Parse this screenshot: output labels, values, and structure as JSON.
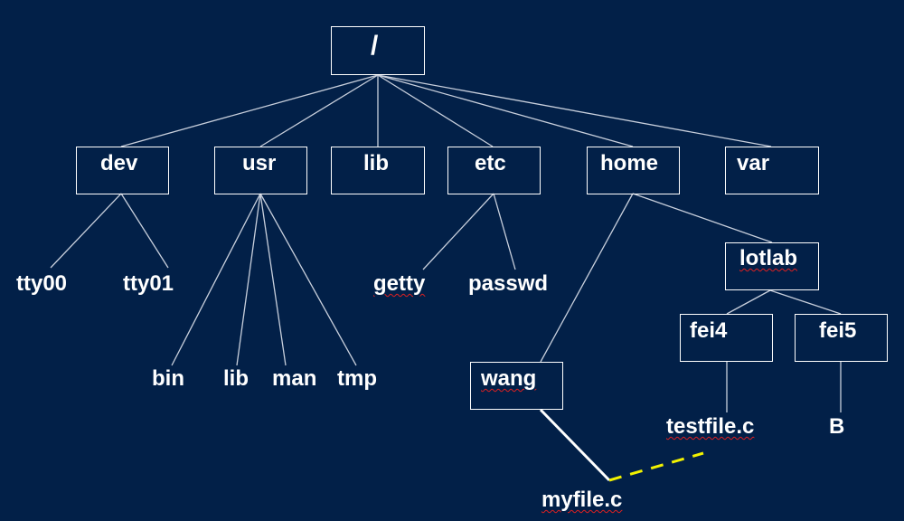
{
  "colors": {
    "background": "#022048",
    "line": "#c8cfdc",
    "box_border": "#ffffff",
    "text": "#ffffff",
    "link_highlight": "#ffffff",
    "link_dashed": "#f2f200",
    "spell_mark": "#e02020"
  },
  "nodes": {
    "root": "/",
    "dev": "dev",
    "usr": "usr",
    "lib": "lib",
    "etc": "etc",
    "home": "home",
    "var": "var",
    "tty00": "tty00",
    "tty01": "tty01",
    "bin": "bin",
    "usr_lib": "lib",
    "man": "man",
    "tmp": "tmp",
    "getty": "getty",
    "passwd": "passwd",
    "lotlab": "lotlab",
    "fei4": "fei4",
    "fei5": "fei5",
    "wang": "wang",
    "testfile": "testfile.c",
    "B": "B",
    "myfile": "myfile.c"
  }
}
